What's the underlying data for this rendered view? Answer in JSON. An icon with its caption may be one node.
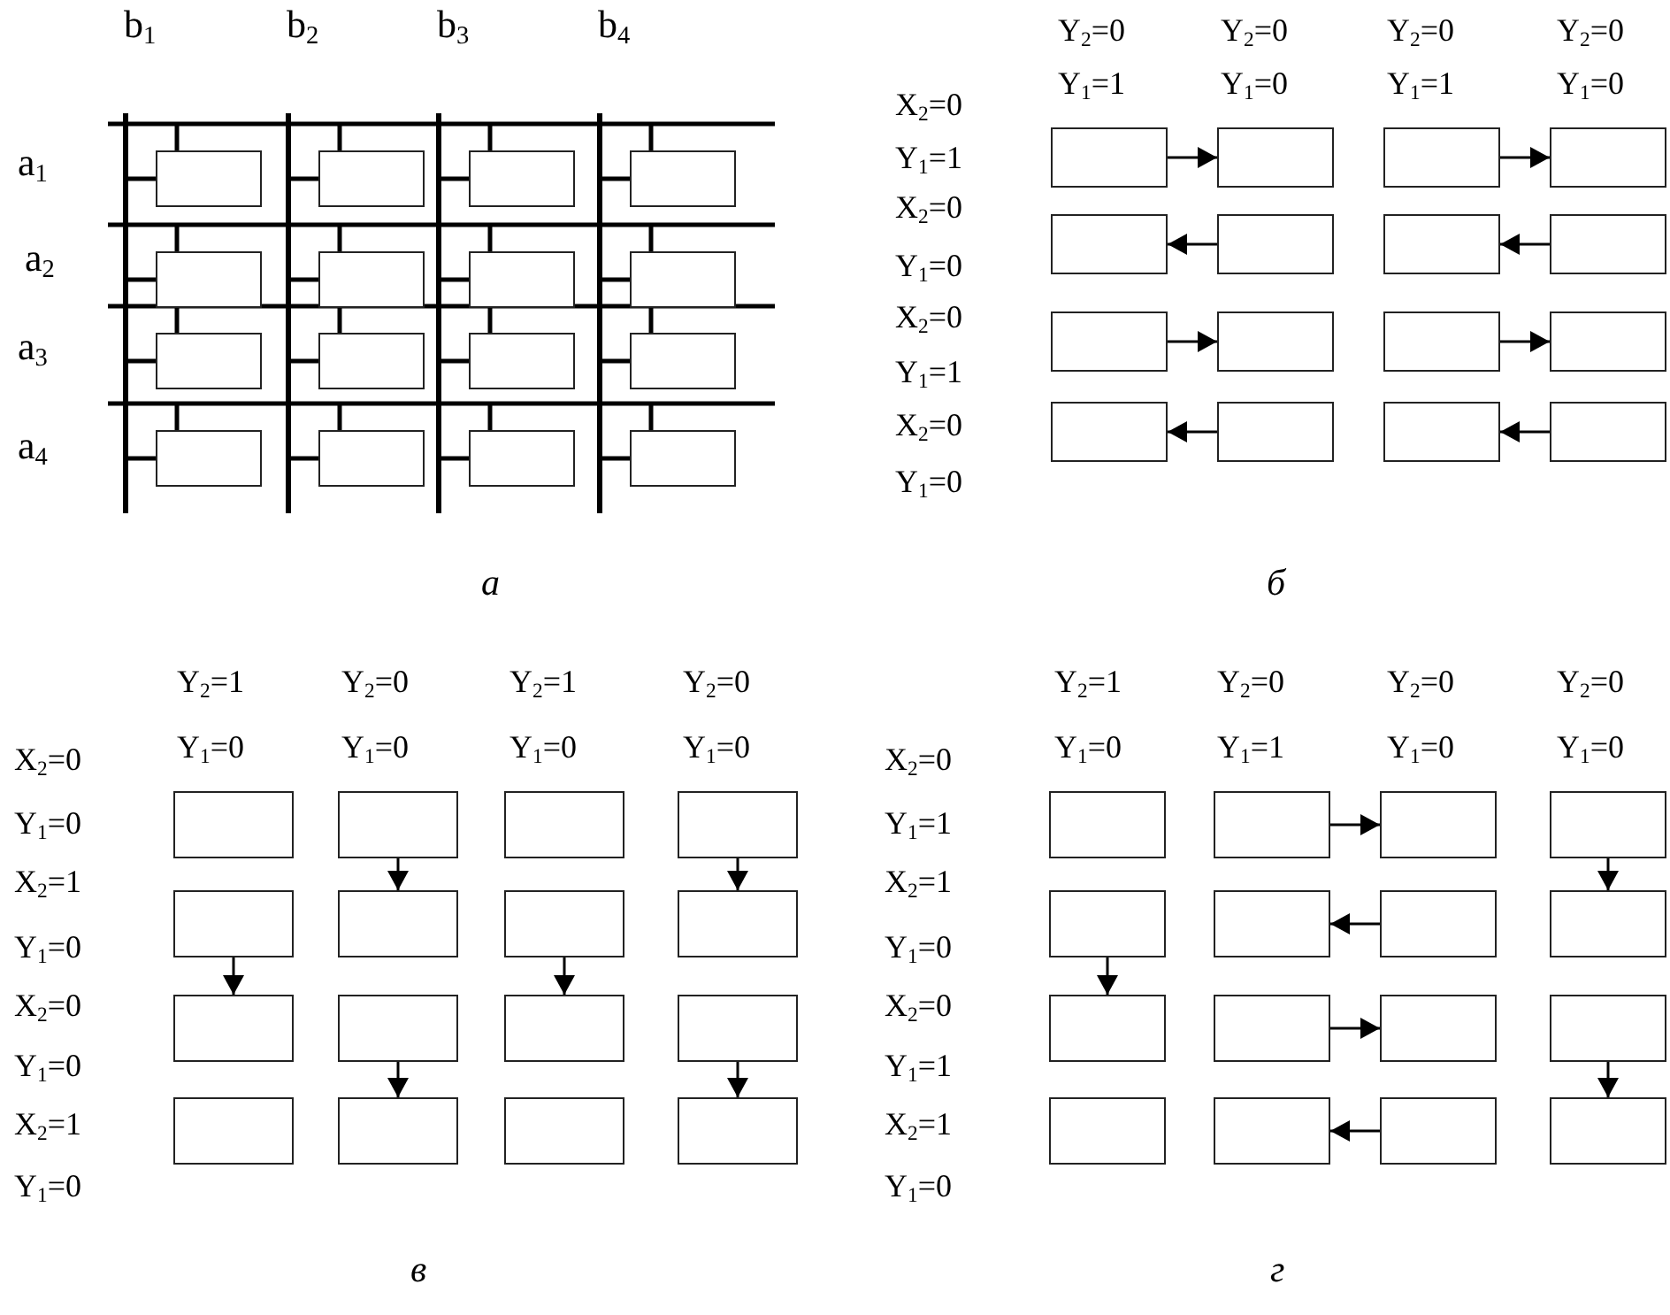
{
  "diagram": {
    "nodes": [
      {
        "text": [],
        "shape": "box"
      },
      {
        "text": [],
        "shape": "box"
      },
      {
        "text": [],
        "shape": "box"
      },
      {
        "text": [],
        "shape": "box"
      },
      {
        "text": [],
        "shape": "box"
      },
      {
        "text": [],
        "shape": "box"
      },
      {
        "text": [],
        "shape": "box"
      },
      {
        "text": [],
        "shape": "box"
      },
      {
        "text": [],
        "shape": "box"
      },
      {
        "text": [],
        "shape": "box"
      },
      {
        "text": [],
        "shape": "box"
      },
      {
        "text": [],
        "shape": "box"
      },
      {
        "text": [],
        "shape": "box"
      },
      {
        "text": [],
        "shape": "box"
      },
      {
        "text": [],
        "shape": "box"
      },
      {
        "text": [],
        "shape": "box"
      },
      {
        "text": [],
        "shape": "box"
      },
      {
        "text": [],
        "shape": "box"
      },
      {
        "text": [],
        "shape": "box"
      },
      {
        "text": [],
        "shape": "box"
      },
      {
        "text": [],
        "shape": "box"
      },
      {
        "text": [],
        "shape": "box"
      },
      {
        "text": [],
        "shape": "box"
      },
      {
        "text": [],
        "shape": "box"
      },
      {
        "text": [],
        "shape": "box"
      },
      {
        "text": [],
        "shape": "box"
      },
      {
        "text": [],
        "shape": "box"
      },
      {
        "text": [],
        "shape": "box"
      },
      {
        "text": [],
        "shape": "box"
      },
      {
        "text": [],
        "shape": "box"
      },
      {
        "text": [],
        "shape": "box"
      },
      {
        "text": [],
        "shape": "box"
      },
      {
        "text": [],
        "shape": "box"
      },
      {
        "text": [],
        "shape": "box"
      },
      {
        "text": [],
        "shape": "box"
      },
      {
        "text": [],
        "shape": "box"
      },
      {
        "text": [],
        "shape": "box"
      },
      {
        "text": [],
        "shape": "box"
      },
      {
        "text": [],
        "shape": "box"
      },
      {
        "text": [],
        "shape": "box"
      },
      {
        "text": [],
        "shape": "box"
      },
      {
        "text": [],
        "shape": "box"
      },
      {
        "text": [],
        "shape": "box"
      },
      {
        "text": [],
        "shape": "box"
      },
      {
        "text": [],
        "shape": "box"
      },
      {
        "text": [],
        "shape": "box"
      },
      {
        "text": [],
        "shape": "box"
      },
      {
        "text": [],
        "shape": "box"
      },
      {
        "text": [],
        "shape": "box"
      },
      {
        "text": [],
        "shape": "box"
      },
      {
        "text": [],
        "shape": "box"
      },
      {
        "text": [],
        "shape": "box"
      },
      {
        "text": [],
        "shape": "box"
      },
      {
        "text": [],
        "shape": "box"
      },
      {
        "text": [],
        "shape": "box"
      },
      {
        "text": [],
        "shape": "box"
      },
      {
        "text": [],
        "shape": "box"
      },
      {
        "text": [],
        "shape": "box"
      },
      {
        "text": [],
        "shape": "box"
      },
      {
        "text": [],
        "shape": "box"
      },
      {
        "text": [],
        "shape": "box"
      },
      {
        "text": [],
        "shape": "box"
      },
      {
        "text": [],
        "shape": "box"
      },
      {
        "text": [],
        "shape": "box"
      }
    ],
    "edges": [
      {
        "from": 16,
        "to": 17,
        "arrow": "to"
      },
      {
        "from": 18,
        "to": 19,
        "arrow": "to"
      },
      {
        "from": 21,
        "to": 20,
        "arrow": "to"
      },
      {
        "from": 23,
        "to": 22,
        "arrow": "to"
      },
      {
        "from": 24,
        "to": 25,
        "arrow": "to"
      },
      {
        "from": 26,
        "to": 27,
        "arrow": "to"
      },
      {
        "from": 29,
        "to": 28,
        "arrow": "to"
      },
      {
        "from": 31,
        "to": 30,
        "arrow": "to"
      },
      {
        "from": 33,
        "to": 37,
        "arrow": "to"
      },
      {
        "from": 35,
        "to": 39,
        "arrow": "to"
      },
      {
        "from": 36,
        "to": 40,
        "arrow": "to"
      },
      {
        "from": 38,
        "to": 42,
        "arrow": "to"
      },
      {
        "from": 41,
        "to": 45,
        "arrow": "to"
      },
      {
        "from": 43,
        "to": 47,
        "arrow": "to"
      },
      {
        "from": 49,
        "to": 50,
        "arrow": "to"
      },
      {
        "from": 51,
        "to": 55,
        "arrow": "to"
      },
      {
        "from": 54,
        "to": 53,
        "arrow": "to"
      },
      {
        "from": 52,
        "to": 56,
        "arrow": "to"
      },
      {
        "from": 57,
        "to": 58,
        "arrow": "to"
      },
      {
        "from": 59,
        "to": 63,
        "arrow": "to"
      },
      {
        "from": 62,
        "to": 61,
        "arrow": "to"
      }
    ],
    "labels": [
      "b$_{1}$",
      "b$_{2}$",
      "b$_{3}$",
      "b$_{4}$",
      "a$_{1}$",
      "a$_{2}$",
      "a$_{3}$",
      "a$_{4}$",
      "а",
      "Y$_{2}$=0",
      "Y$_{2}$=0",
      "Y$_{2}$=0",
      "Y$_{2}$=0",
      "Y$_{1}$=1",
      "Y$_{1}$=0",
      "Y$_{1}$=1",
      "Y$_{1}$=0",
      "X$_{2}$=0",
      "Y$_{1}$=1",
      "X$_{2}$=0",
      "Y$_{1}$=0",
      "X$_{2}$=0",
      "Y$_{1}$=1",
      "X$_{2}$=0",
      "Y$_{1}$=0",
      "б",
      "Y$_{2}$=1",
      "Y$_{2}$=0",
      "Y$_{2}$=1",
      "Y$_{2}$=0",
      "Y$_{1}$=0",
      "Y$_{1}$=0",
      "Y$_{1}$=0",
      "Y$_{1}$=0",
      "X$_{2}$=0",
      "Y$_{1}$=0",
      "X$_{2}$=1",
      "Y$_{1}$=0",
      "X$_{2}$=0",
      "Y$_{1}$=0",
      "X$_{2}$=1",
      "Y$_{1}$=0",
      "в",
      "Y$_{2}$=1",
      "Y$_{2}$=0",
      "Y$_{2}$=0",
      "Y$_{2}$=0",
      "Y$_{1}$=0",
      "Y$_{1}$=1",
      "Y$_{1}$=0",
      "Y$_{1}$=0",
      "X$_{2}$=0",
      "Y$_{1}$=1",
      "X$_{2}$=1",
      "Y$_{1}$=0",
      "X$_{2}$=0",
      "Y$_{1}$=1",
      "X$_{2}$=1",
      "Y$_{1}$=0",
      "г"
    ]
  }
}
